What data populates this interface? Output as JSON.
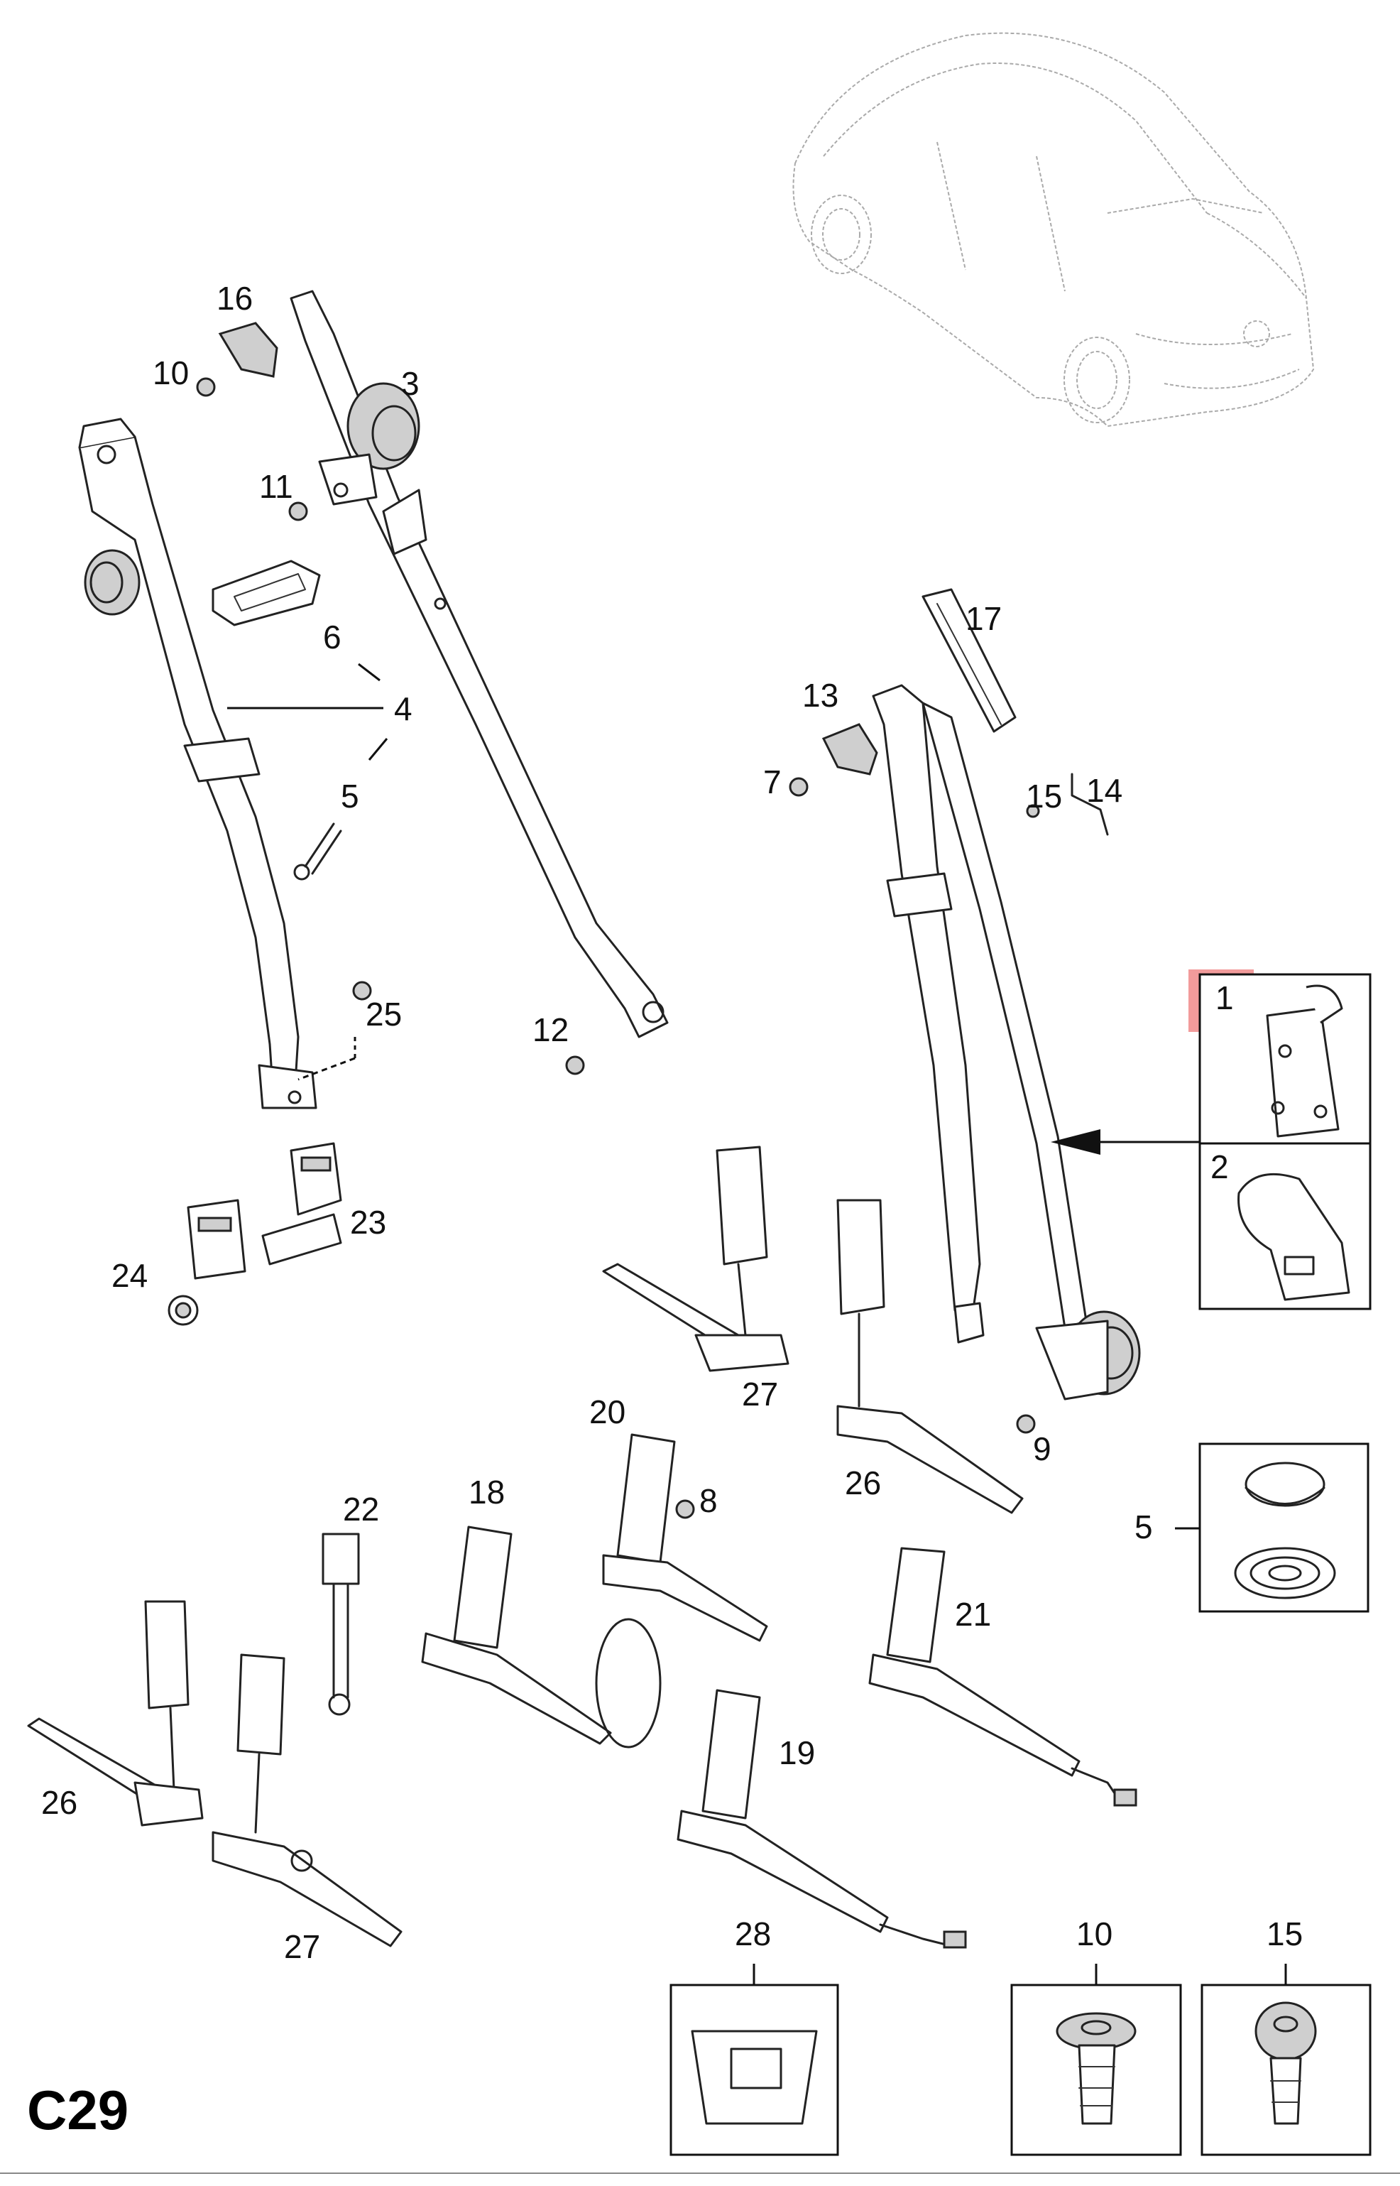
{
  "diagram": {
    "code": "C29",
    "highlighted_callout": "1"
  },
  "callouts": {
    "c1": "1",
    "c2": "2",
    "c3": "3",
    "c4": "4",
    "c5a": "5",
    "c5b": "5",
    "c6": "6",
    "c7": "7",
    "c8": "8",
    "c9": "9",
    "c10a": "10",
    "c10b": "10",
    "c11": "11",
    "c12": "12",
    "c13": "13",
    "c14": "14",
    "c15a": "15",
    "c15b": "15",
    "c16": "16",
    "c17": "17",
    "c18": "18",
    "c19": "19",
    "c20": "20",
    "c21": "21",
    "c22": "22",
    "c23": "23",
    "c24": "24",
    "c25": "25",
    "c26a": "26",
    "c26b": "26",
    "c27a": "27",
    "c27b": "27",
    "c28": "28"
  },
  "colors": {
    "highlight": "#f08a8a",
    "line": "#222222",
    "background": "#ffffff"
  }
}
